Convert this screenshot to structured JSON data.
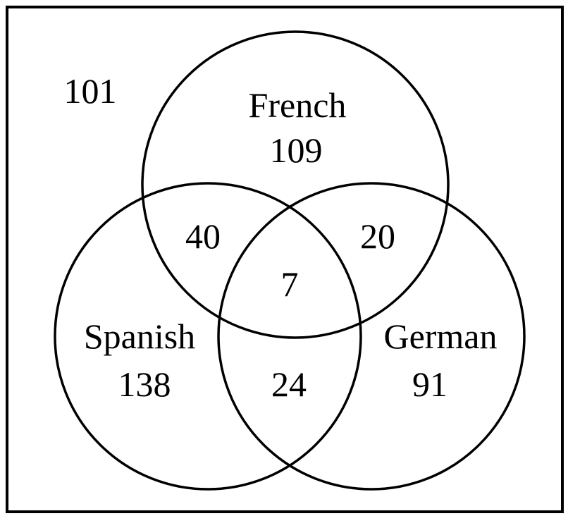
{
  "diagram": {
    "type": "venn",
    "outside_count": "101",
    "sets": [
      {
        "name": "French",
        "only": "109"
      },
      {
        "name": "Spanish",
        "only": "138"
      },
      {
        "name": "German",
        "only": "91"
      }
    ],
    "intersections": {
      "french_spanish": "40",
      "french_german": "20",
      "spanish_german": "24",
      "all_three": "7"
    },
    "colors": {
      "stroke": "#000000",
      "background": "#ffffff"
    }
  }
}
